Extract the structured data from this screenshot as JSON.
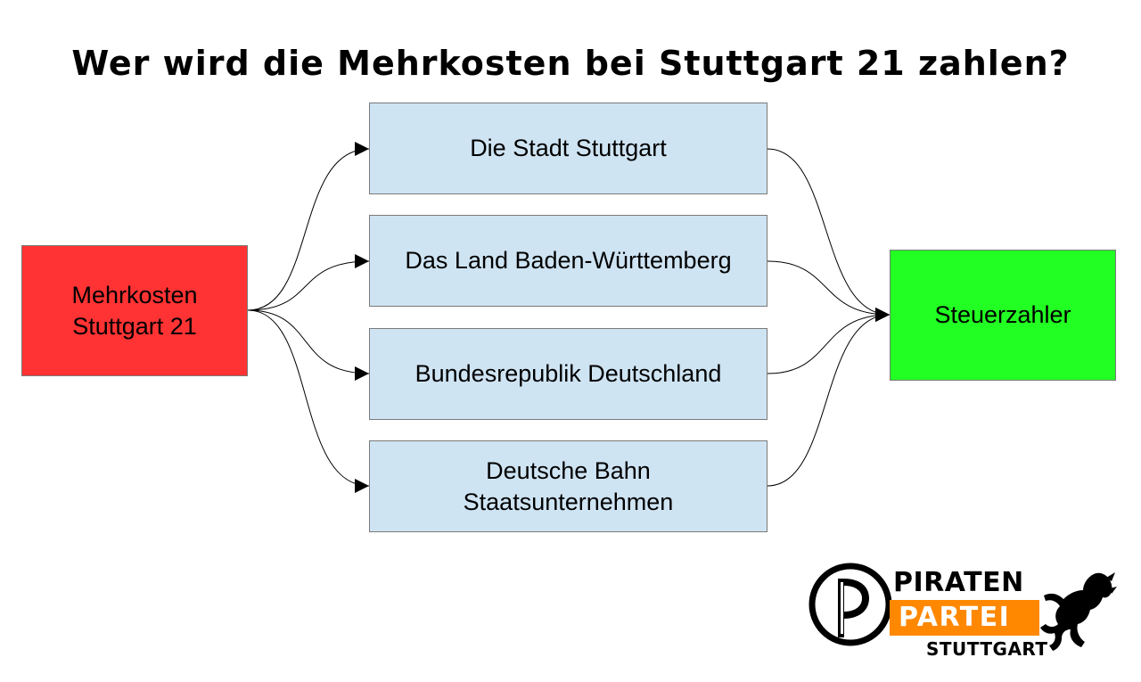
{
  "title": "Wer wird die Mehrkosten bei Stuttgart 21 zahlen?",
  "source": {
    "lines": [
      "Mehrkosten",
      "Stuttgart 21"
    ],
    "color": "#ff3333"
  },
  "payers": [
    {
      "lines": [
        "Die Stadt Stuttgart"
      ]
    },
    {
      "lines": [
        "Das Land Baden-Württemberg"
      ]
    },
    {
      "lines": [
        "Bundesrepublik Deutschland"
      ]
    },
    {
      "lines": [
        "Deutsche Bahn",
        "Staatsunternehmen"
      ]
    }
  ],
  "payer_color": "#cfe4f3",
  "target": {
    "lines": [
      "Steuerzahler"
    ],
    "color": "#22ff22"
  },
  "logo": {
    "line1": "PIRATEN",
    "line2": "PARTEI",
    "line3": "STUTTGART",
    "accent": "#ff8800",
    "icon": "pirate-flag-icon",
    "emblem": "stuttgart-horse-icon"
  }
}
